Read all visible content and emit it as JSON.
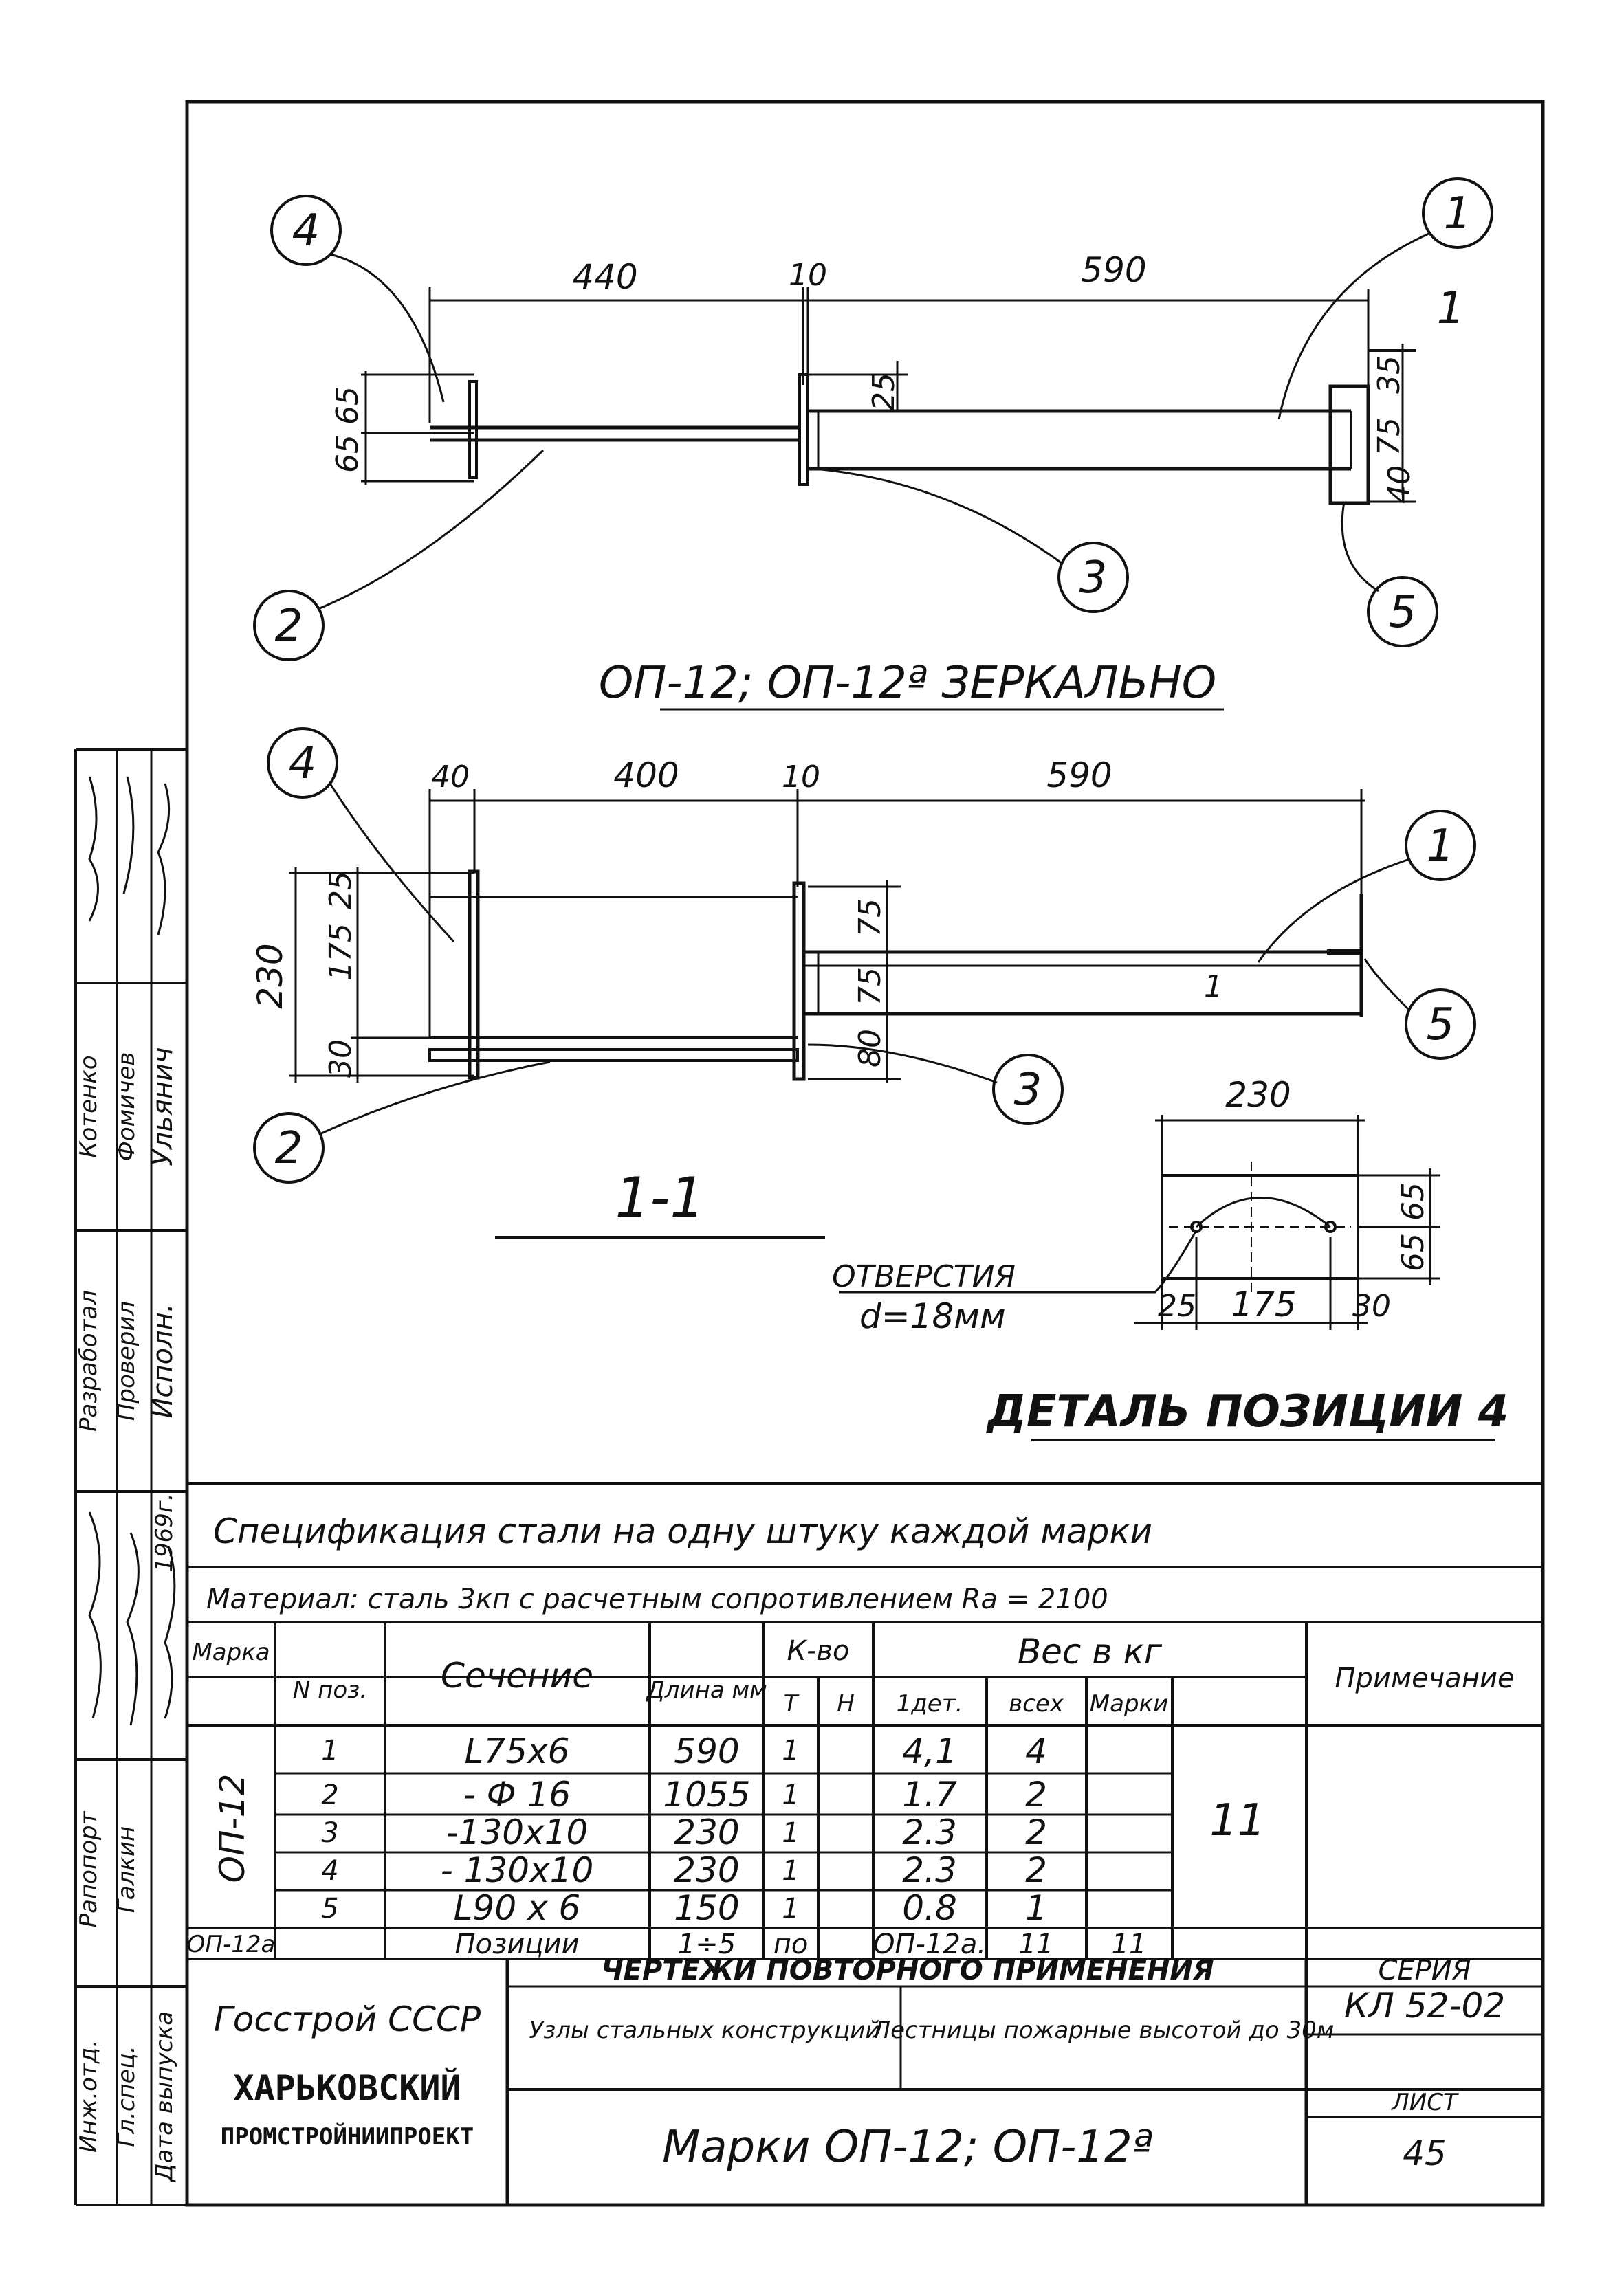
{
  "drawing": {
    "top_view": {
      "dims": {
        "d440": "440",
        "d10": "10",
        "d590": "590",
        "d65_65": "65 65",
        "d25": "25",
        "d75": "75",
        "d35": "35",
        "d40": "40",
        "sec1": "1"
      },
      "callouts": [
        "4",
        "1",
        "2",
        "3",
        "5"
      ],
      "caption": "ОП-12; ОП-12ª ЗЕРКАЛЬНО"
    },
    "side_view": {
      "dims": {
        "d40": "40",
        "d400": "400",
        "d10": "10",
        "d590": "590",
        "d230": "230",
        "d175": "175",
        "d25": "25",
        "d30": "30",
        "d75a": "75",
        "d75b": "75",
        "d80": "80",
        "mark1": "1"
      },
      "callouts": [
        "4",
        "1",
        "5",
        "2",
        "3"
      ],
      "caption": "1-1"
    },
    "detail": {
      "d230": "230",
      "d65a": "65",
      "d65b": "65",
      "d25": "25",
      "d175": "175",
      "d30": "30",
      "hole_label_1": "ОТВЕРСТИЯ",
      "hole_label_2": "d=18мм",
      "caption": "ДЕТАЛЬ ПОЗИЦИИ 4"
    }
  },
  "spec": {
    "title": "Спецификация стали на одну штуку каждой марки",
    "material": "Материал: сталь 3кп с расчетным сопротивлением Ra = 2100",
    "headers": {
      "mark": "Марка",
      "pos": "N поз.",
      "section": "Сечение",
      "length": "Длина мм",
      "qty": "К-во",
      "qty_t": "Т",
      "qty_n": "Н",
      "weight": "Вес в кг",
      "w_det": "1дет.",
      "w_all": "всех",
      "w_mark": "Марки",
      "note": "Примечание"
    },
    "mark_name": "ОП-12",
    "rows": [
      {
        "pos": "1",
        "section": "L75x6",
        "length": "590",
        "t": "1",
        "n": "",
        "w_det": "4,1",
        "w_all": "4"
      },
      {
        "pos": "2",
        "section": "- Ф 16",
        "length": "1055",
        "t": "1",
        "n": "",
        "w_det": "1.7",
        "w_all": "2"
      },
      {
        "pos": "3",
        "section": "-130x10",
        "length": "230",
        "t": "1",
        "n": "",
        "w_det": "2.3",
        "w_all": "2"
      },
      {
        "pos": "4",
        "section": "- 130x10",
        "length": "230",
        "t": "1",
        "n": "",
        "w_det": "2.3",
        "w_all": "2"
      },
      {
        "pos": "5",
        "section": "L90 x 6",
        "length": "150",
        "t": "1",
        "n": "",
        "w_det": "0.8",
        "w_all": "1"
      }
    ],
    "mark_weight": "11",
    "last_row": {
      "mark": "ОП-12а",
      "section": "Позиции",
      "length": "1÷5",
      "t": "по",
      "rest": "ОП-12а.",
      "w_all": "11",
      "w_mark": "11"
    }
  },
  "title_block": {
    "org1": "Госстрой СССР",
    "org2": "ХАРЬКОВСКИЙ",
    "org3": "ПРОМСТРОЙНИИПРОЕКТ",
    "series_title": "ЧЕРТЕЖИ ПОВТОРНОГО ПРИМЕНЕНИЯ",
    "section1": "Узлы стальных конструкций",
    "section2": "Лестницы пожарные высотой до 30м",
    "sheet_title": "Марки ОП-12; ОП-12ª",
    "series_label": "СЕРИЯ",
    "series_value": "КЛ 52-02",
    "sheet_label": "ЛИСТ",
    "sheet_value": "45"
  },
  "side_stamp": {
    "row_labels": [
      "Разработал",
      "Проверил",
      "Исполн.",
      "Рапопорт",
      "Галкин",
      "Инж.отд.",
      "Гл.спец.",
      "Дата выпуска"
    ],
    "names": [
      "Котенко",
      "Фомичев",
      "Ульянич"
    ],
    "year": "1969г."
  }
}
